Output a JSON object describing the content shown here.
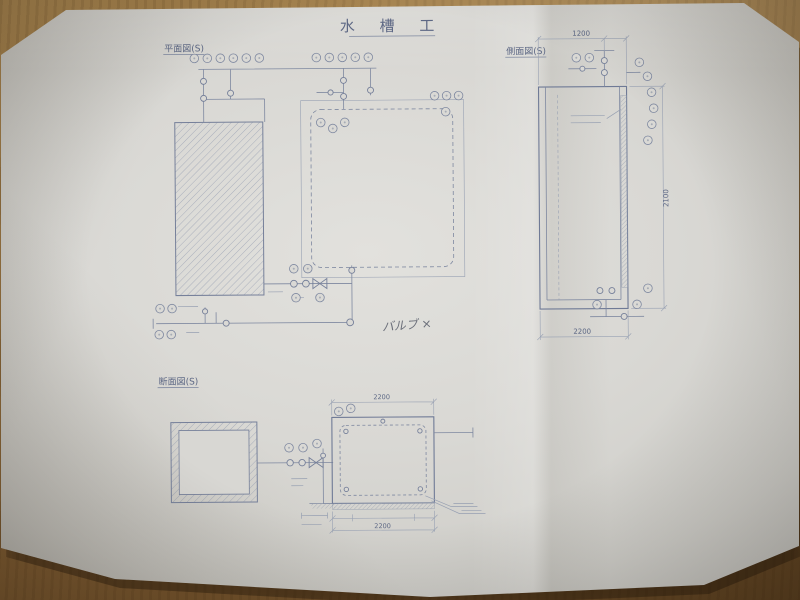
{
  "drawing": {
    "title": "水  槽  工",
    "views": {
      "plan": {
        "label": "平面図(S)"
      },
      "side": {
        "label": "側面図(S)"
      },
      "section": {
        "label": "断面図(S)"
      }
    },
    "dimensions": {
      "side_top": "1200",
      "side_right": "2100",
      "side_bottom": "2200",
      "section_top": "2200",
      "section_bottom": "2200"
    },
    "handwritten_note": "バルブ ×"
  }
}
